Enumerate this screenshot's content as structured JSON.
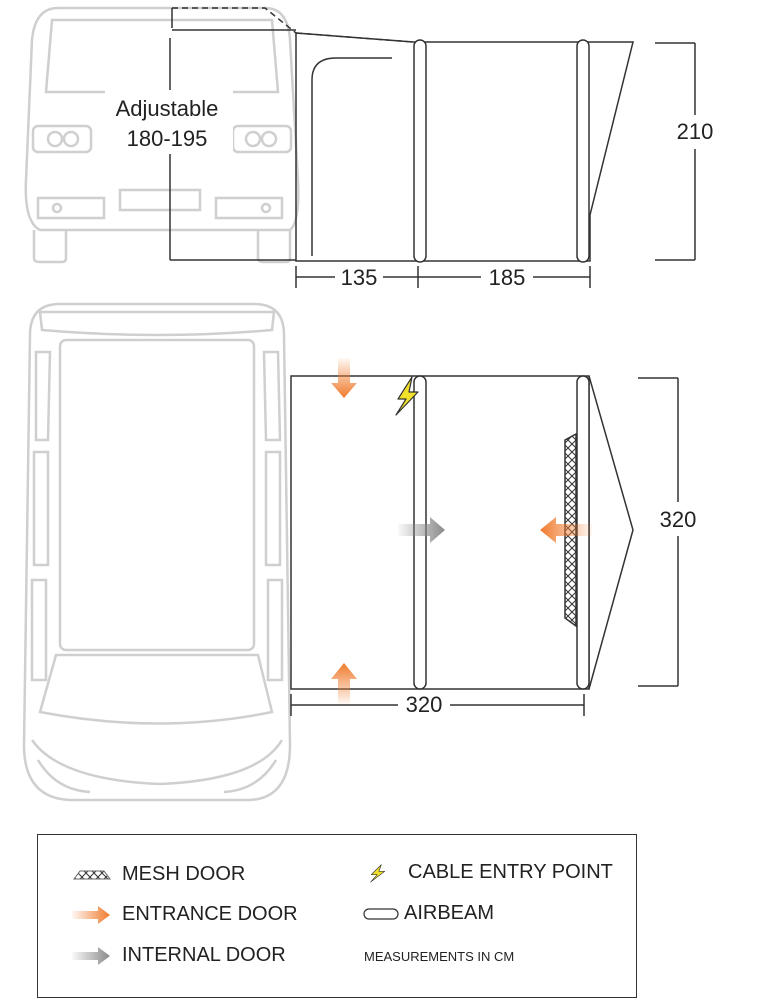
{
  "dimensions": {
    "adjustable_line1": "Adjustable",
    "adjustable_line2": "180-195",
    "height": "210",
    "side_front": "135",
    "side_rear": "185",
    "plan_depth": "320",
    "plan_width": "320"
  },
  "legend": {
    "mesh_door": "MESH DOOR",
    "entrance_door": "ENTRANCE DOOR",
    "internal_door": "INTERNAL DOOR",
    "cable_entry": "CABLE ENTRY POINT",
    "airbeam": "AIRBEAM",
    "units_note": "MEASUREMENTS IN CM"
  },
  "colors": {
    "entrance": "#f07a2c",
    "internal": "#8a8a8a",
    "cable": "#f2e12a",
    "outline": "#333333",
    "vehicle": "#cfcfcf"
  },
  "icons": [
    "mesh-door-icon",
    "entrance-arrow-icon",
    "internal-arrow-icon",
    "lightning-icon",
    "airbeam-icon"
  ]
}
